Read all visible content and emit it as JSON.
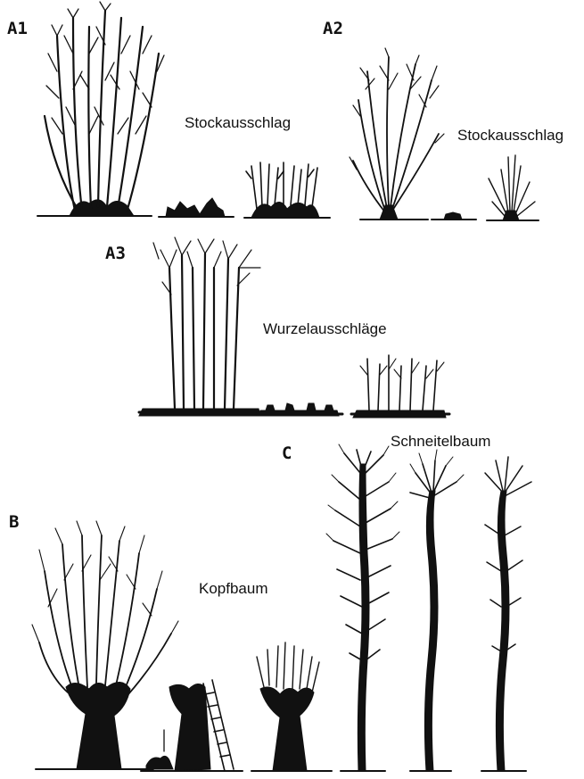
{
  "panels": {
    "a1": {
      "letter": "A1",
      "caption": "Stockausschlag"
    },
    "a2": {
      "letter": "A2",
      "caption": "Stockausschlag"
    },
    "a3": {
      "letter": "A3",
      "caption": "Wurzelausschläge"
    },
    "b": {
      "letter": "B",
      "caption": "Kopfbaum"
    },
    "c": {
      "letter": "C",
      "caption": "Schneitelbaum"
    }
  },
  "colors": {
    "ink": "#111111",
    "paper": "#ffffff"
  }
}
